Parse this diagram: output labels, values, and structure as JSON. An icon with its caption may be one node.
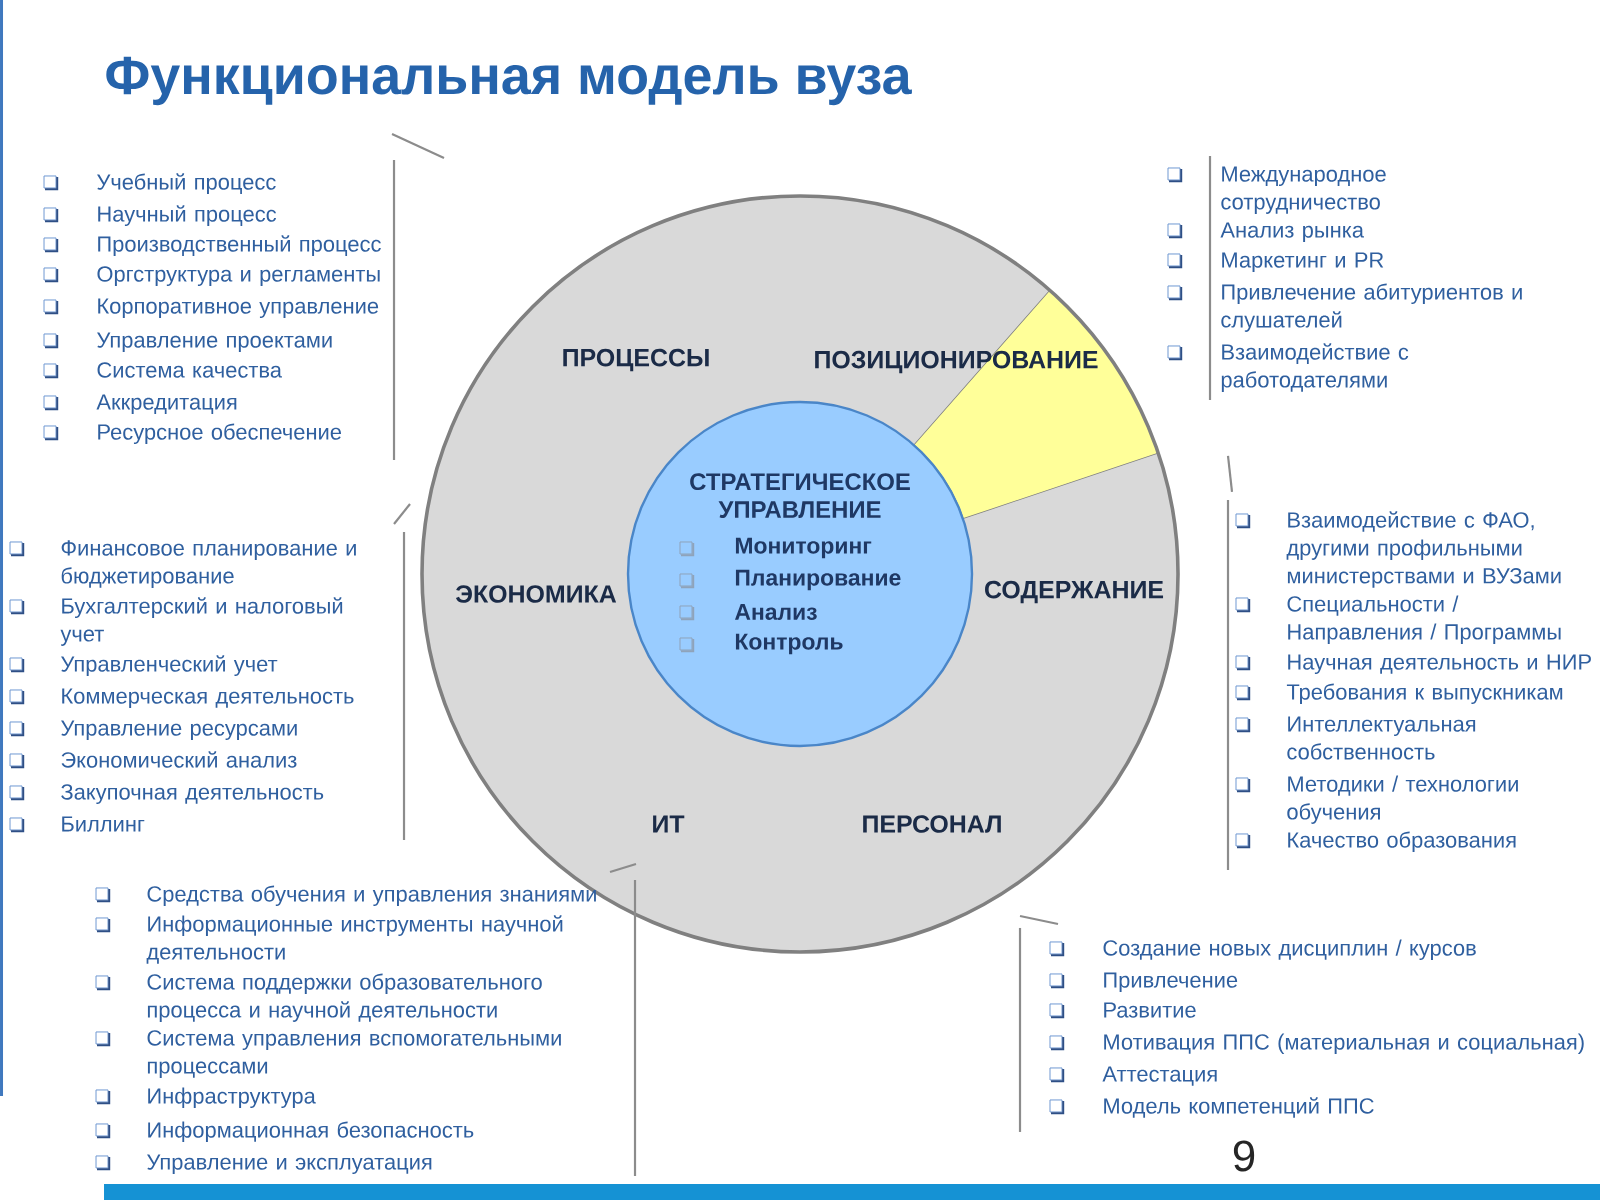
{
  "diagram": {
    "title": "Функциональная модель вуза",
    "nodes": [
      {
        "text": [
          "ПРОЦЕССЫ",
          "ПОЗИЦИОНИРОВАНИЕ",
          "ЭКОНОМИКА",
          "СОДЕРЖАНИЕ",
          "ИТ",
          "ПЕРСОНАЛ"
        ]
      },
      {
        "text": [],
        "shape": "wedge",
        "in": 0
      },
      {
        "text": [
          "СТРАТЕГИЧЕСКОЕ УПРАВЛЕНИЕ",
          "Мониторинг",
          "Планирование",
          "Анализ",
          "Контроль"
        ],
        "in": 0
      }
    ],
    "labels": [
      "Учебный процесс",
      "Научный процесс",
      "Производственный процесс",
      "Оргструктура и регламенты",
      "Корпоративное управление",
      "Управление проектами",
      "Система качества",
      "Аккредитация",
      "Ресурсное обеспечение",
      "Международное сотрудничество",
      "Анализ рынка",
      "Маркетинг и PR",
      "Привлечение абитуриентов и слушателей",
      "Взаимодействие с работодателями",
      "Финансовое планирование и бюджетирование",
      "Бухгалтерский и налоговый учет",
      "Управленческий учет",
      "Коммерческая деятельность",
      "Управление ресурсами",
      "Экономический анализ",
      "Закупочная деятельность",
      "Биллинг",
      "Взаимодействие с ФАО, другими профильными министерствами и ВУЗами",
      "Специальности / Направления / Программы",
      "Научная деятельность и НИР",
      "Требования к выпускникам",
      "Интеллектуальная собственность",
      "Методики / технологии обучения",
      "Качество образования",
      "Средства обучения и управления знаниями",
      "Информационные инструменты научной деятельности",
      "Система поддержки образовательного процесса и научной деятельности",
      "Система управления вспомогательными процессами",
      "Инфраструктура",
      "Информационная безопасность",
      "Управление и эксплуатация",
      "Создание новых дисциплин / курсов",
      "Привлечение",
      "Развитие",
      "Мотивация ППС (материальная и социальная)",
      "Аттестация",
      "Модель компетенций ППС",
      "9"
    ]
  }
}
